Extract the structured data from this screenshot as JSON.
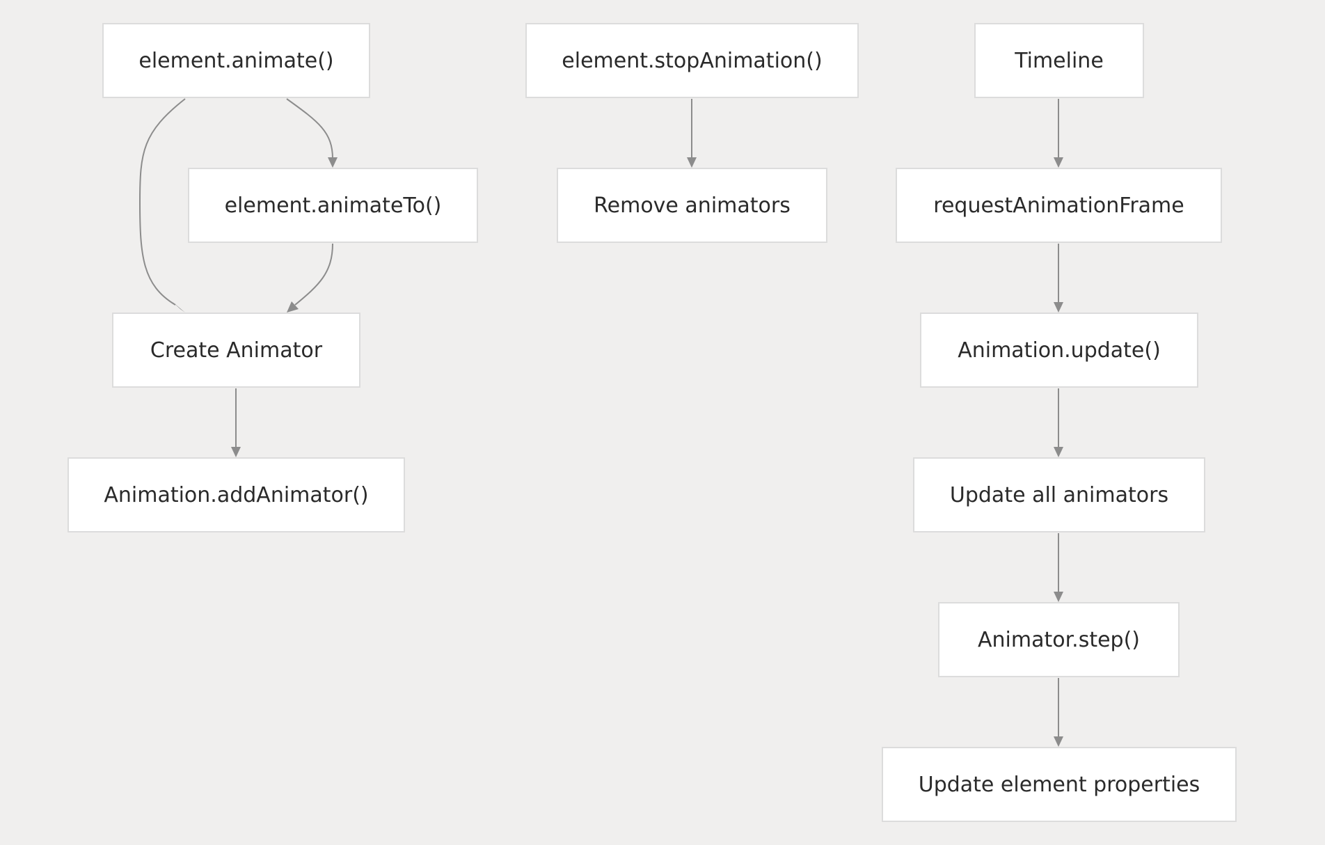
{
  "diagram": {
    "nodes": {
      "animate": "element.animate()",
      "animateTo": "element.animateTo()",
      "create_animator": "Create Animator",
      "add_animator": "Animation.addAnimator()",
      "stop_animation": "element.stopAnimation()",
      "remove_animators": "Remove animators",
      "timeline": "Timeline",
      "request_animation_frame": "requestAnimationFrame",
      "animation_update": "Animation.update()",
      "update_all_animators": "Update all animators",
      "animator_step": "Animator.step()",
      "update_element_properties": "Update element properties"
    },
    "edges": [
      {
        "from": "animate",
        "to": "animateTo"
      },
      {
        "from": "animate",
        "to": "create_animator"
      },
      {
        "from": "animateTo",
        "to": "create_animator"
      },
      {
        "from": "create_animator",
        "to": "add_animator"
      },
      {
        "from": "stop_animation",
        "to": "remove_animators"
      },
      {
        "from": "timeline",
        "to": "request_animation_frame"
      },
      {
        "from": "request_animation_frame",
        "to": "animation_update"
      },
      {
        "from": "animation_update",
        "to": "update_all_animators"
      },
      {
        "from": "update_all_animators",
        "to": "animator_step"
      },
      {
        "from": "animator_step",
        "to": "update_element_properties"
      }
    ],
    "colors": {
      "background": "#f0efee",
      "node_fill": "#ffffff",
      "node_border": "#dcdcdc",
      "edge": "#8c8c8c",
      "text": "#2a2a2a"
    }
  }
}
